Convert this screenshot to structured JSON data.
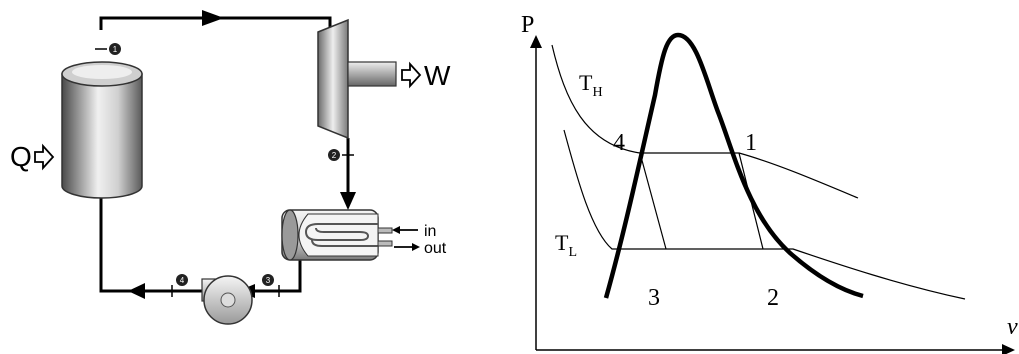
{
  "cycle_schematic": {
    "heat_in_label": "Q",
    "work_out_label": "W",
    "cooling_in_label": "in",
    "cooling_out_label": "out",
    "state_markers": [
      "1",
      "2",
      "3",
      "4"
    ]
  },
  "pv_diagram": {
    "y_axis_label": "P",
    "x_axis_label": "v",
    "high_temp_label": {
      "base": "T",
      "sub": "H"
    },
    "low_temp_label": {
      "base": "T",
      "sub": "L"
    },
    "state_labels": {
      "p1": "1",
      "p2": "2",
      "p3": "3",
      "p4": "4"
    }
  },
  "colors": {
    "line": "#000000",
    "component_dark": "#5a5a5a",
    "component_light": "#e8e8e8"
  }
}
